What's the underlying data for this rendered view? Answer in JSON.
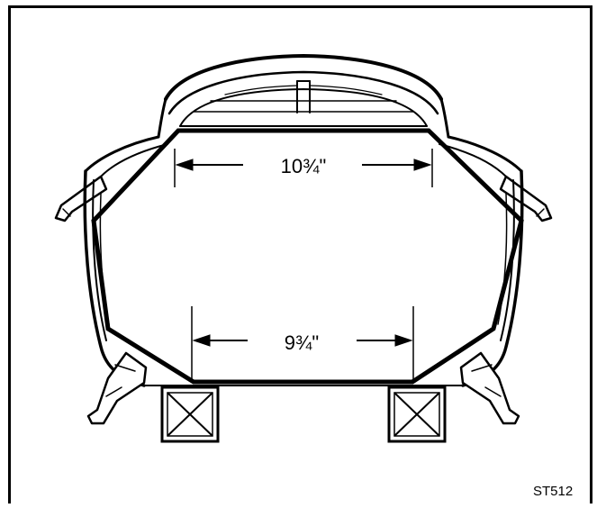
{
  "figure": {
    "id": "ST512"
  },
  "dimensions": {
    "upper": "10¾\"",
    "lower": "9¾\""
  }
}
